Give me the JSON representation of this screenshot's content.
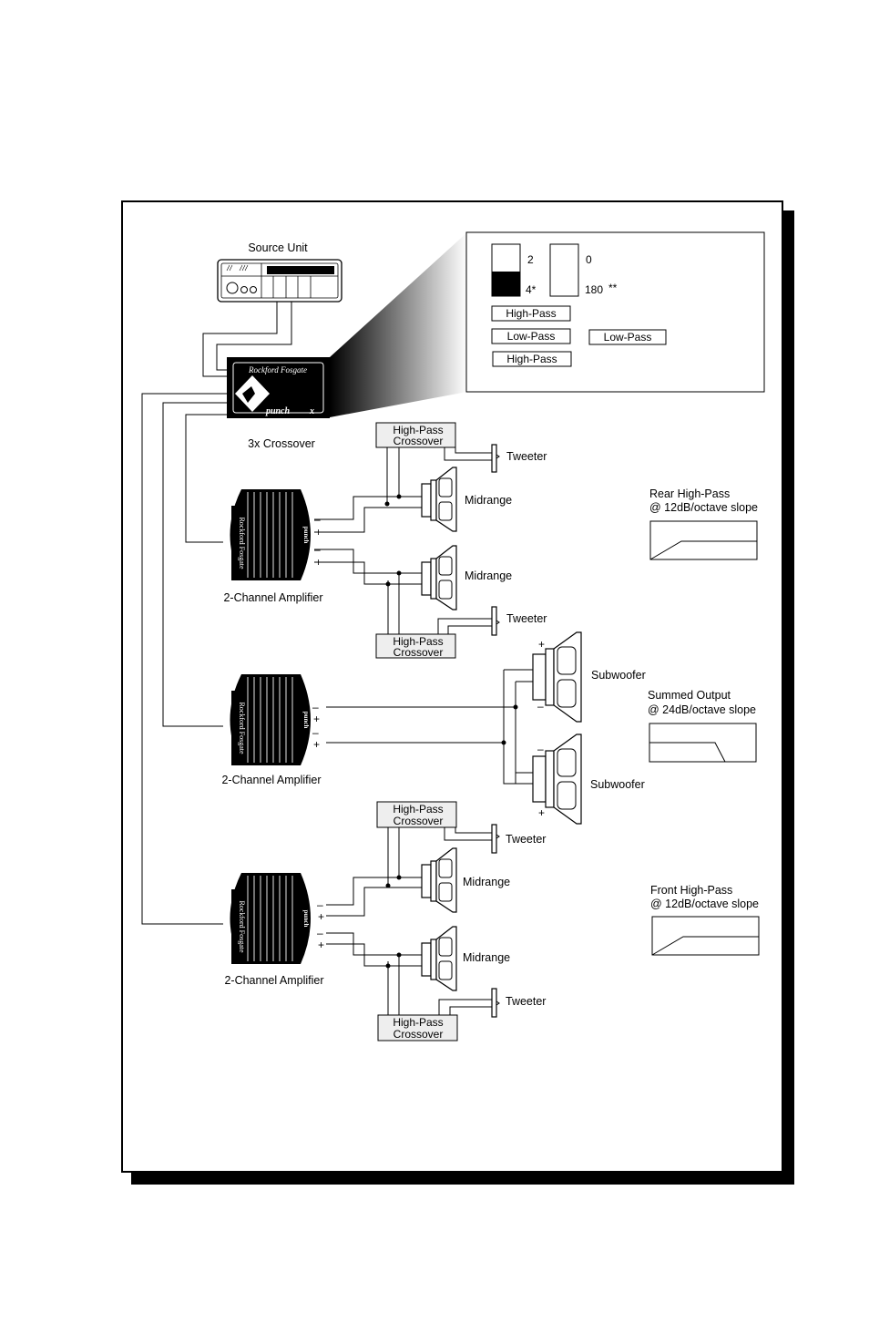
{
  "source_unit": {
    "label": "Source Unit"
  },
  "crossover": {
    "label": "3x Crossover",
    "brand": "Rockford Fosgate",
    "model": "punch",
    "model_suffix": "x"
  },
  "settings_panel": {
    "switch_a": {
      "top": "2",
      "bottom": "4*"
    },
    "switch_b": {
      "top": "0",
      "bottom": "180",
      "bottom_note": "**"
    },
    "filter_buttons": [
      "High-Pass",
      "Low-Pass",
      "Low-Pass",
      "High-Pass"
    ]
  },
  "amplifiers": [
    {
      "label": "2-Channel Amplifier",
      "brand": "Rockford Fosgate",
      "model": "punch"
    },
    {
      "label": "2-Channel Amplifier",
      "brand": "Rockford Fosgate",
      "model": "punch"
    },
    {
      "label": "2-Channel Amplifier",
      "brand": "Rockford Fosgate",
      "model": "punch"
    }
  ],
  "polarity": {
    "minus": "–",
    "plus": "+"
  },
  "crossover_boxes": {
    "line1": "High-Pass",
    "line2": "Crossover"
  },
  "speakers": {
    "tweeter": "Tweeter",
    "midrange": "Midrange",
    "subwoofer": "Subwoofer"
  },
  "graphs": [
    {
      "title": "Rear High-Pass",
      "subtitle": "@ 12dB/octave slope",
      "type": "high-pass"
    },
    {
      "title": "Summed Output",
      "subtitle": "@ 24dB/octave slope",
      "type": "low-pass"
    },
    {
      "title": "Front High-Pass",
      "subtitle": "@ 12dB/octave slope",
      "type": "high-pass"
    }
  ]
}
